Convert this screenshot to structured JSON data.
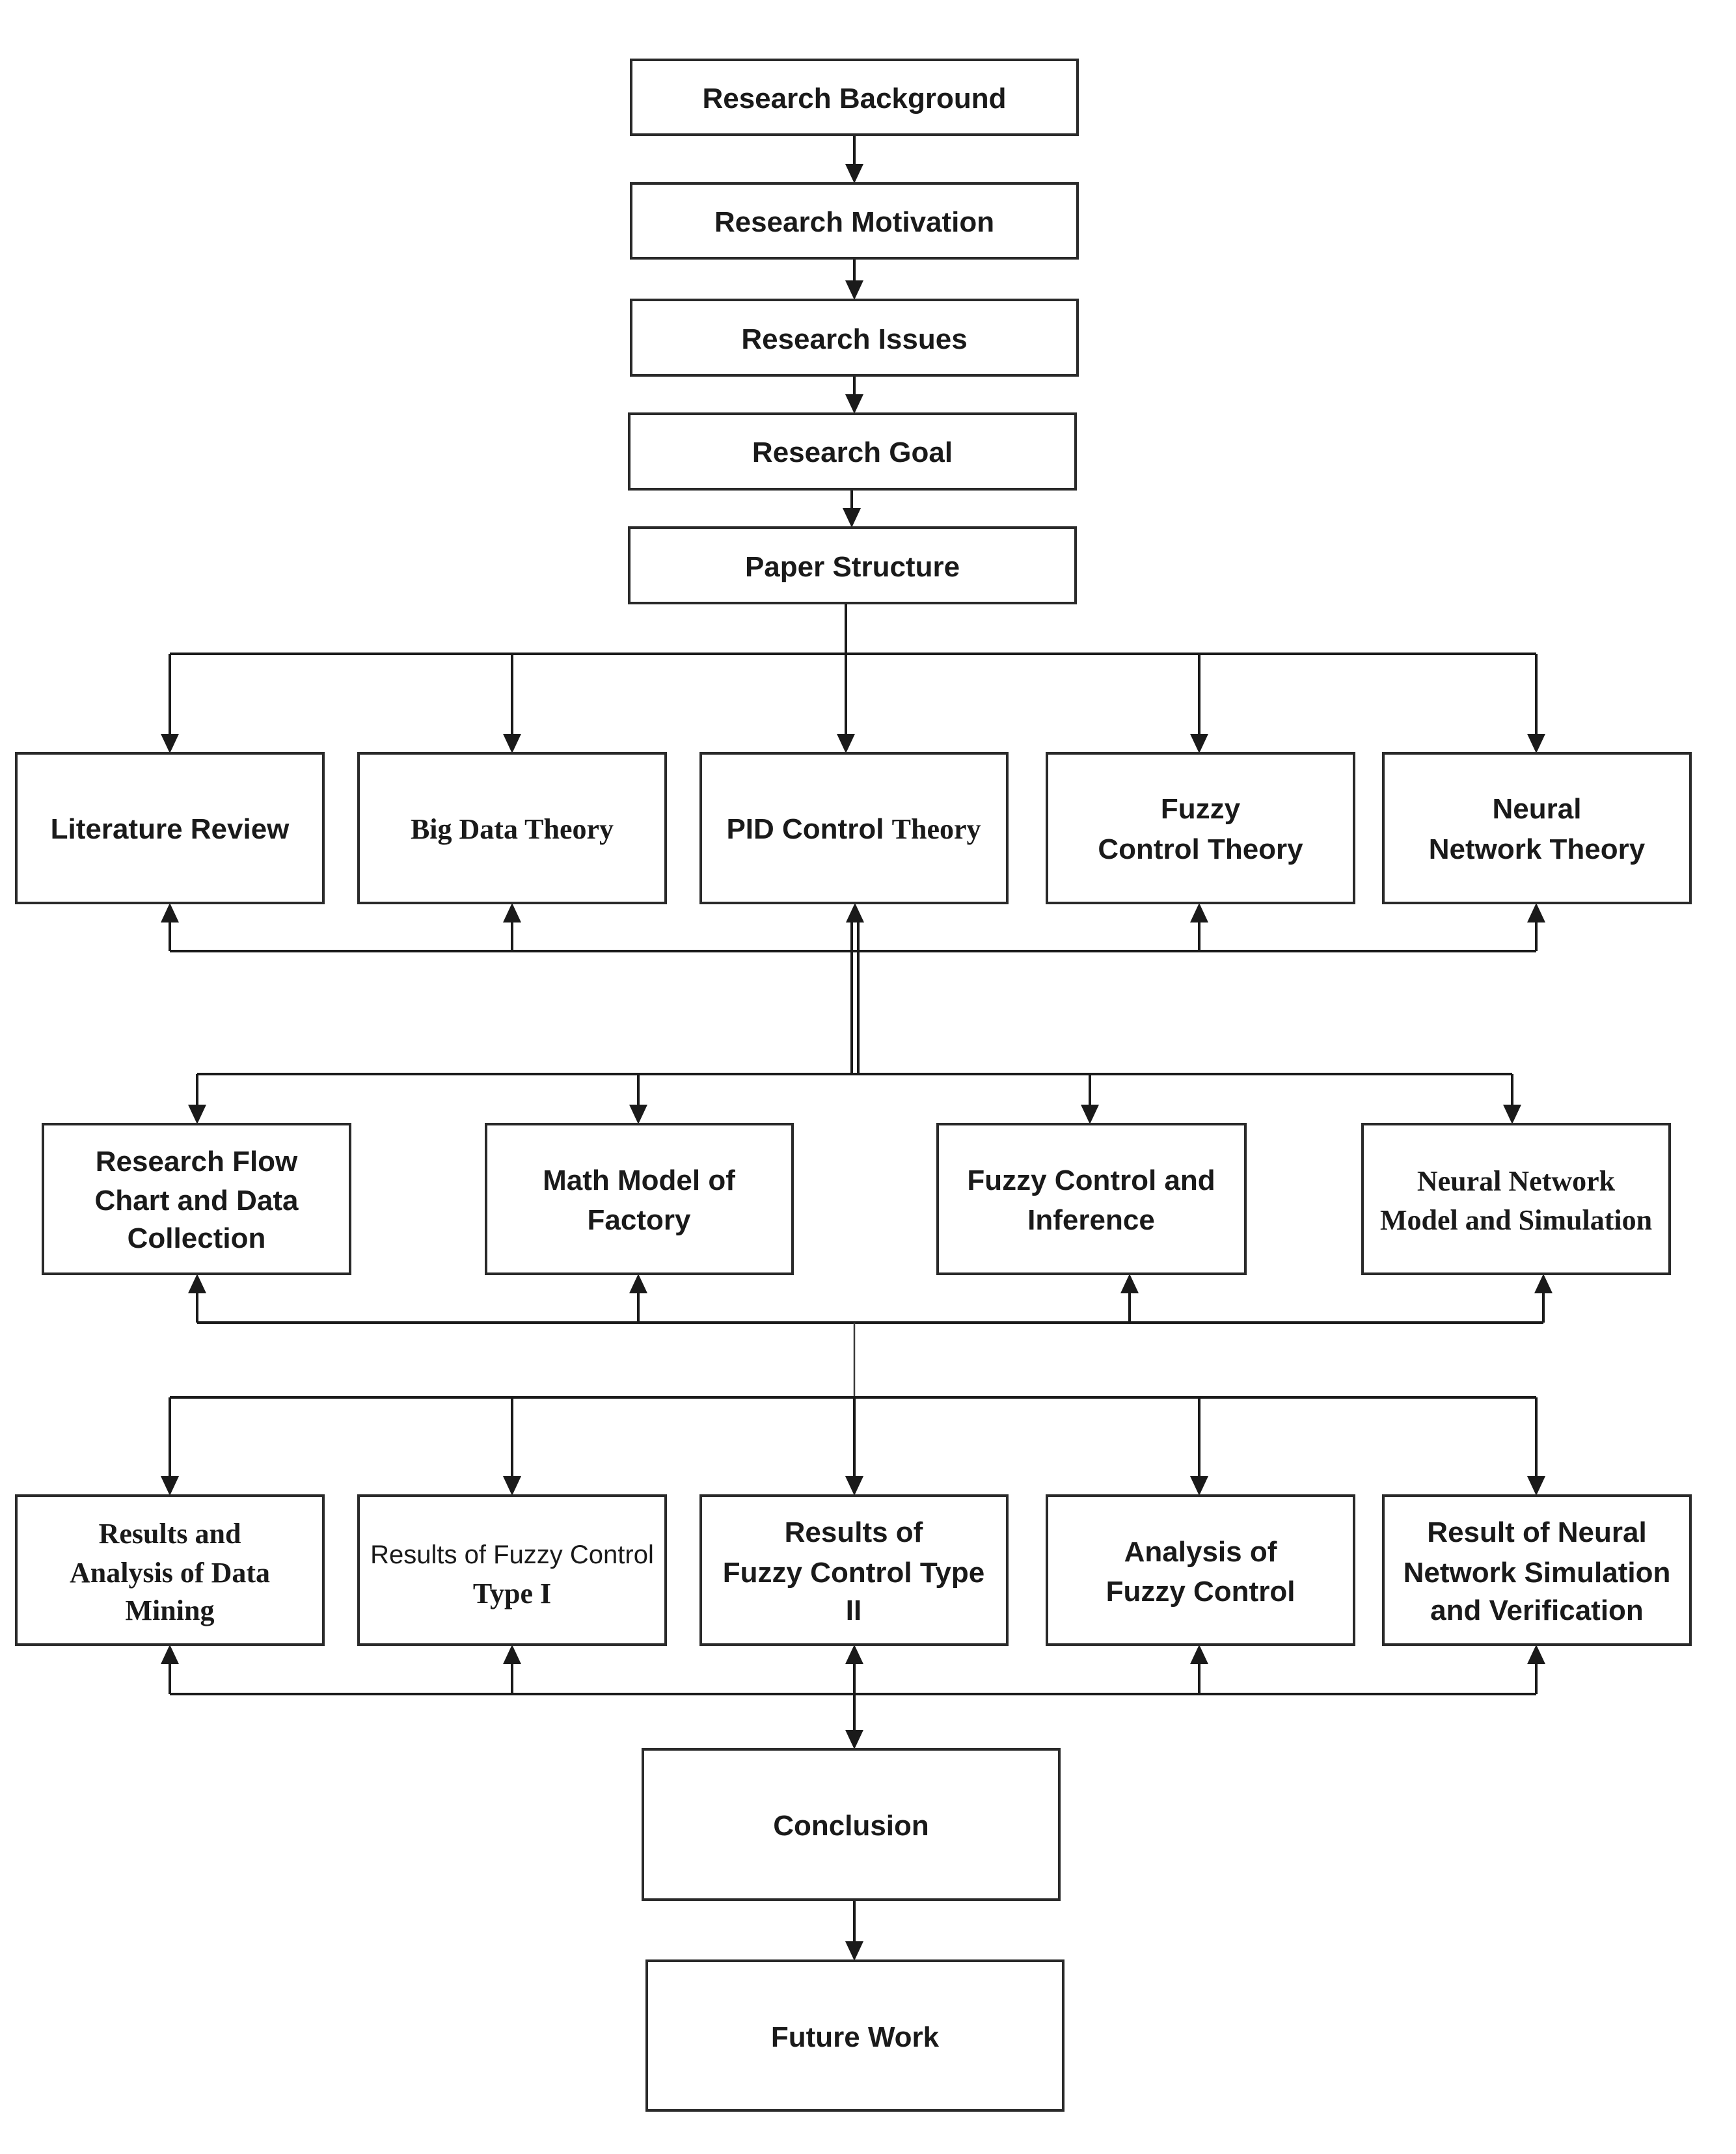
{
  "nodes": {
    "research_background": "Research Background",
    "research_motivation": "Research Motivation",
    "research_issues": "Research Issues",
    "research_goal": "Research Goal",
    "paper_structure": "Paper Structure",
    "literature_review": "Literature Review",
    "big_data_theory": "Big Data Theory",
    "pid_control_theory": {
      "part1": "PID Control ",
      "part2": "Theory"
    },
    "fuzzy_control_theory": [
      "Fuzzy",
      "Control Theory"
    ],
    "neural_network_theory": [
      "Neural",
      "Network Theory"
    ],
    "research_flow_chart": [
      "Research Flow",
      "Chart and Data",
      "Collection"
    ],
    "math_model_factory": [
      "Math Model of",
      "Factory"
    ],
    "fuzzy_control_inference": [
      "Fuzzy Control and",
      "Inference"
    ],
    "neural_network_model": [
      "Neural Network",
      "Model and Simulation"
    ],
    "results_data_mining": [
      "Results and",
      "Analysis of Data",
      "Mining"
    ],
    "results_fuzzy_type1": [
      "Results of Fuzzy Control",
      "Type I"
    ],
    "results_fuzzy_type2": [
      "Results of",
      "Fuzzy Control Type",
      "II"
    ],
    "analysis_fuzzy_control": [
      "Analysis of",
      "Fuzzy Control"
    ],
    "result_neural_network": [
      "Result of Neural",
      "Network Simulation",
      "and Verification"
    ],
    "conclusion": "Conclusion",
    "future_work": "Future Work"
  },
  "colors": {
    "line": "#1a1a1a",
    "box_border": "#2a2a2a",
    "background": "#ffffff"
  }
}
